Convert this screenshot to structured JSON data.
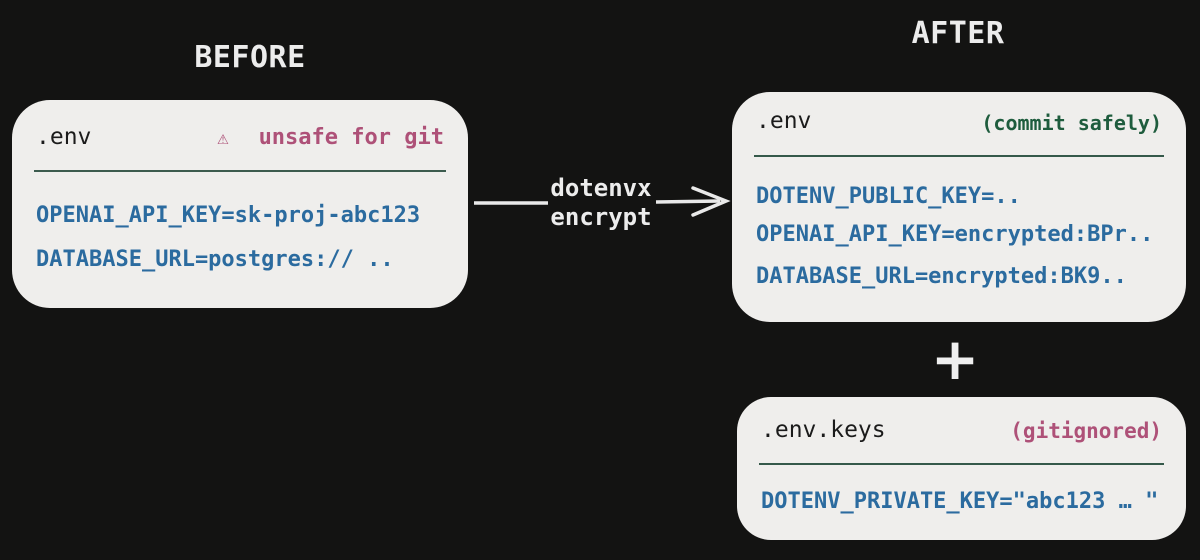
{
  "headings": {
    "before": "BEFORE",
    "after": "AFTER"
  },
  "arrow": {
    "label_line1": "dotenvx",
    "label_line2": "encrypt"
  },
  "plus": "+",
  "cards": {
    "before_env": {
      "title": ".env",
      "warning_icon": "⚠",
      "badge": "unsafe for git",
      "lines": [
        "OPENAI_API_KEY=sk-proj-abc123",
        "DATABASE_URL=postgres:// .."
      ]
    },
    "after_env": {
      "title": ".env",
      "badge": "(commit safely)",
      "lines": [
        "DOTENV_PUBLIC_KEY=..",
        "OPENAI_API_KEY=encrypted:BPr..",
        "DATABASE_URL=encrypted:BK9.."
      ]
    },
    "env_keys": {
      "title": ".env.keys",
      "badge": "(gitignored)",
      "lines": [
        "DOTENV_PRIVATE_KEY=\"abc123 … \""
      ]
    }
  },
  "colors": {
    "background": "#131312",
    "card_background": "#efeeec",
    "code_blue": "#2b6b9f",
    "warning_pink": "#ae5178",
    "safe_green": "#1e5c3d",
    "divider_green": "#35594a",
    "light_text": "#ececec"
  }
}
